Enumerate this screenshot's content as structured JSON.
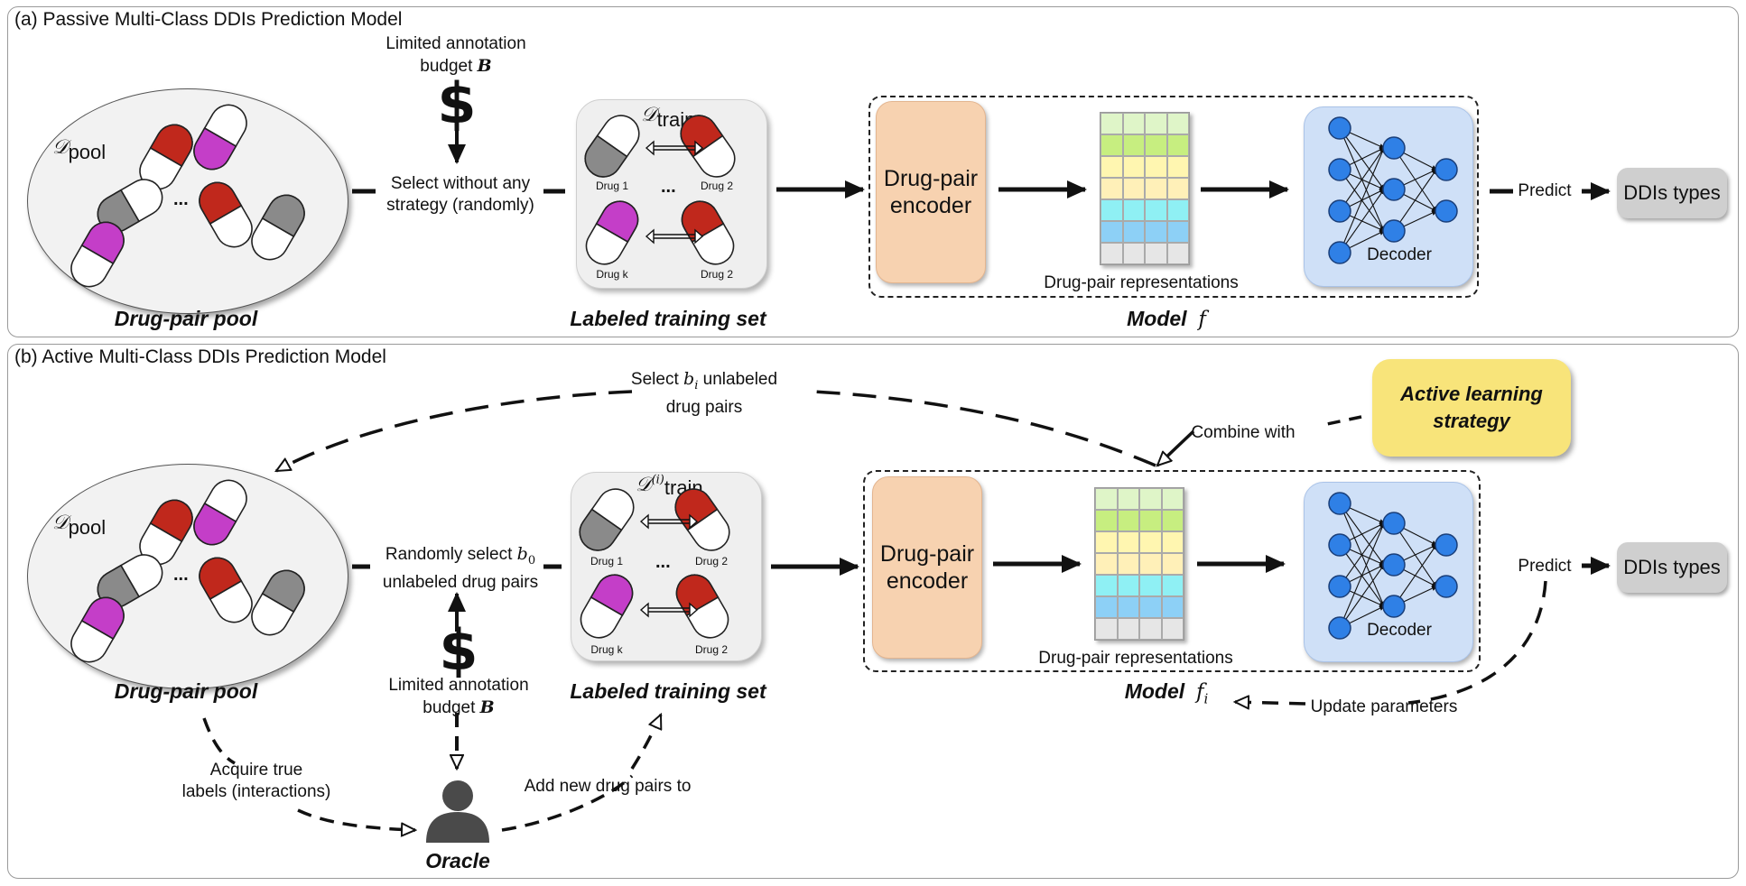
{
  "panel_a": {
    "title": "(a) Passive Multi-Class DDIs Prediction Model",
    "pool_symbol": "𝒟",
    "pool_sub": "pool",
    "train_symbol": "𝒟",
    "train_sub": "train",
    "dots": "...",
    "drug_labels": [
      "Drug 1",
      "Drug 2",
      "Drug k",
      "Drug 2"
    ],
    "budget_line1": "Limited annotation",
    "budget_line2": "budget",
    "budget_var": "B",
    "select_line1": "Select without any",
    "select_line2": "strategy (randomly)",
    "encoder": "Drug-pair encoder",
    "repr_label": "Drug-pair representations",
    "decoder": "Decoder",
    "predict": "Predict",
    "ddis": "DDIs types",
    "cap_pool": "Drug-pair pool",
    "cap_train": "Labeled training set",
    "cap_model": "Model",
    "model_var": "f"
  },
  "panel_b": {
    "title": "(b) Active Multi-Class DDIs Prediction Model",
    "pool_symbol": "𝒟",
    "pool_sub": "pool",
    "train_symbol": "𝒟",
    "train_sup": "(i)",
    "train_sub": "train",
    "dots": "...",
    "drug_labels": [
      "Drug 1",
      "Drug 2",
      "Drug k",
      "Drug 2"
    ],
    "select_bi_pre": "Select",
    "select_bi_var": "b",
    "select_bi_sub": "i",
    "select_bi_post": "unlabeled",
    "select_bi_line2": "drug pairs",
    "combine": "Combine with",
    "al_strategy": "Active learning strategy",
    "random_pre": "Randomly select",
    "random_var": "b",
    "random_sub": "0",
    "random_line2": "unlabeled drug pairs",
    "budget_line1": "Limited annotation",
    "budget_line2": "budget",
    "budget_var": "B",
    "encoder": "Drug-pair encoder",
    "repr_label": "Drug-pair representations",
    "decoder": "Decoder",
    "predict": "Predict",
    "ddis": "DDIs types",
    "cap_pool": "Drug-pair pool",
    "cap_train": "Labeled training set",
    "cap_model": "Model",
    "model_var": "f",
    "model_sub": "i",
    "update": "Update parameters",
    "acquire_line1": "Acquire true",
    "acquire_line2": "labels (interactions)",
    "add_pairs": "Add new drug pairs to",
    "oracle": "Oracle"
  },
  "colors": {
    "pill_red": "#c0281c",
    "pill_magenta": "#c43ec8",
    "pill_gray": "#8a8a8a",
    "encoder_fill": "#f7d2b0",
    "decoder_fill": "#cfe0f7",
    "node_blue": "#2f80e6",
    "al_fill": "#f8e47a",
    "ddis_fill": "#cfcfcf",
    "grid_rows": [
      "#dff5c8",
      "#c7ee80",
      "#fff6b0",
      "#fff0b8",
      "#8ff0f4",
      "#8dd0f6",
      "#e6e6e6"
    ]
  }
}
